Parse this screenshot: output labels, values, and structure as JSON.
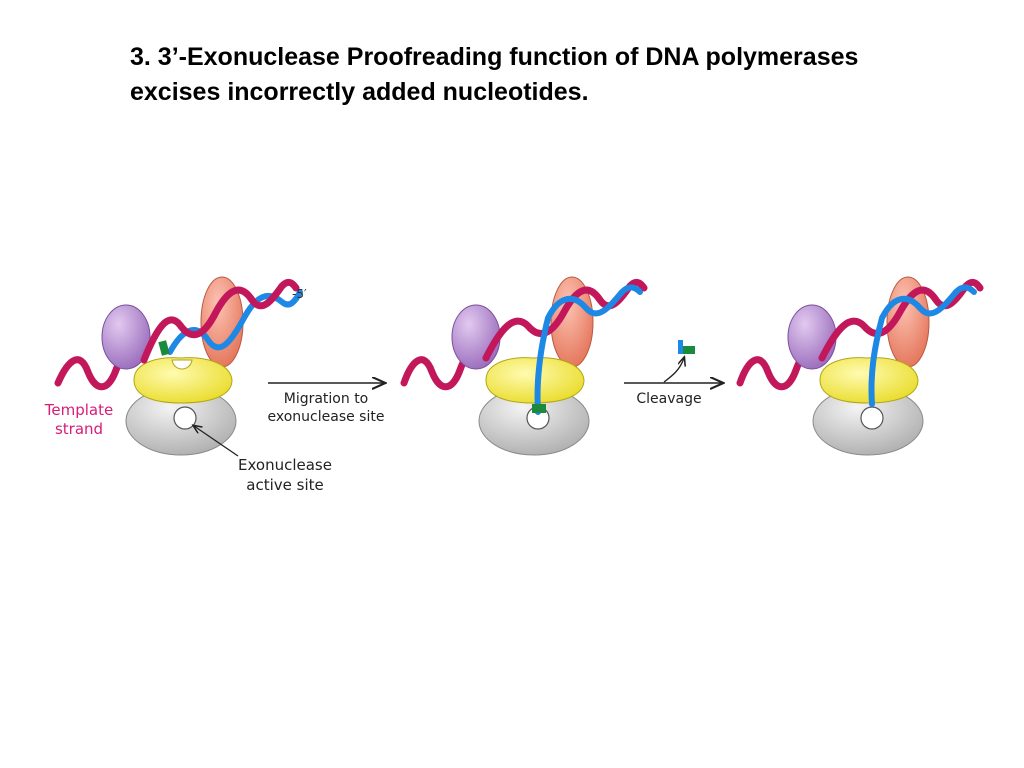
{
  "title": {
    "line1": "3.  3’-Exonuclease Proofreading function of DNA polymerases",
    "line2": "excises incorrectly added nucleotides."
  },
  "labels": {
    "template_line1": "Template",
    "template_line2": "strand",
    "five_prime": "-5′",
    "exo_line1": "Exonuclease",
    "exo_line2": "active site",
    "migration_line1": "Migration to",
    "migration_line2": "exonuclease site",
    "cleavage": "Cleavage"
  },
  "colors": {
    "template_strand": "#c2185b",
    "template_label": "#d81b7a",
    "new_strand": "#1e88e5",
    "mismatch_nucleotide": "#1b8a3c",
    "purple_domain": "#b388d0",
    "salmon_domain": "#f2917b",
    "yellow_domain": "#f4ee3c",
    "gray_domain": "#cfcfcf"
  },
  "panels": [
    {
      "state": "polymerase-site"
    },
    {
      "state": "exonuclease-site"
    },
    {
      "state": "after-cleavage"
    }
  ]
}
